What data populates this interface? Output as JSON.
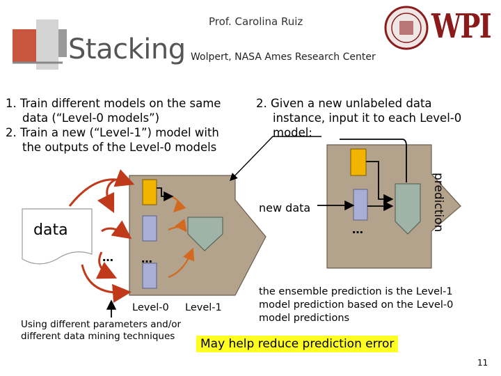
{
  "header": {
    "author": "Prof. Carolina Ruiz",
    "title": "Stacking",
    "subtitle": "Wolpert, NASA Ames Research Center",
    "logo_text": "WPI"
  },
  "steps_left": {
    "line1": "1. Train different models on the same",
    "line2": "data (“Level-0 models”)",
    "line3": "2. Train a new (“Level-1”) model with",
    "line4": "the outputs of the Level-0 models"
  },
  "steps_right": {
    "line1": "2. Given a new unlabeled data",
    "line2": "instance, input it to each Level-0",
    "line3": "model:"
  },
  "labels": {
    "data": "data",
    "new_data": "new data",
    "prediction": "prediction",
    "level0": "Level-0",
    "level1": "Level-1",
    "ellipsis": "…"
  },
  "notes": {
    "params_line1": "Using different parameters and/or",
    "params_line2": "different data mining techniques",
    "ensemble_line1": "the ensemble prediction is the Level-1",
    "ensemble_line2": "model prediction based on the Level-0",
    "ensemble_line3": "model predictions"
  },
  "highlight": "May help reduce prediction error",
  "page_number": "11",
  "colors": {
    "panel": "#b3a38c",
    "panel_stroke": "#6b5d4d",
    "model_gold": "#f2b400",
    "model_lavender": "#a9aed6",
    "model_green": "#9fb3a6",
    "arrow_red": "#c0391b",
    "highlight": "#ffff22",
    "title_gray": "#555555",
    "wpi_red": "#8b1a1a"
  }
}
